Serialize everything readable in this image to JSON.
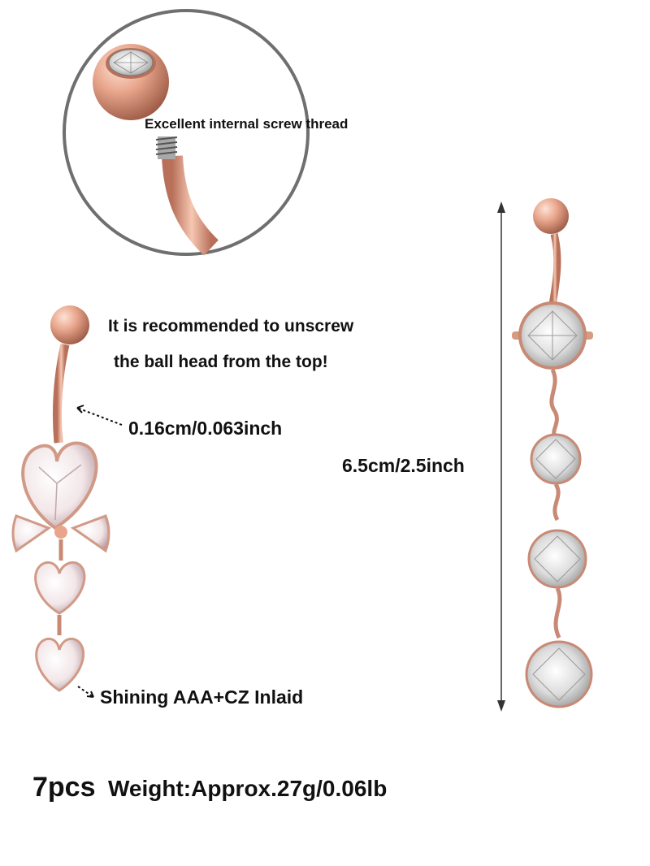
{
  "zoom": {
    "caption": "Excellent internal screw thread"
  },
  "notes": {
    "line_1": "It is recommended to unscrew",
    "line_2": "the ball head from the top!"
  },
  "specs": {
    "gauge": "0.16cm/0.063inch",
    "length": "6.5cm/2.5inch",
    "stones": "Shining AAA+CZ Inlaid",
    "quantity": "7pcs",
    "weight": "Weight:Approx.27g/0.06lb"
  },
  "colors": {
    "rose_gold": "#e8a58c",
    "rose_gold_dark": "#b8705a",
    "zoom_ring": "#6f6f6f",
    "crystal": "#f4f4f4",
    "crystal_shade": "#9a9a9a"
  }
}
